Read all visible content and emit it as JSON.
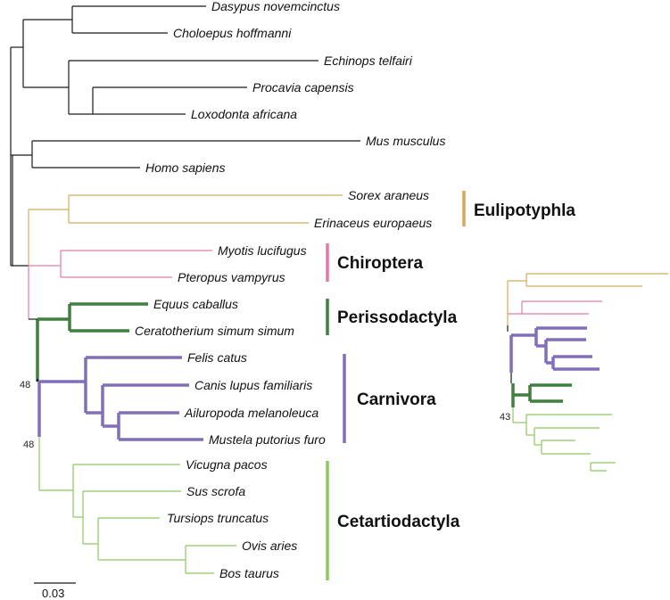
{
  "colors": {
    "base": "#1a1a1a",
    "eulipotyphla": "#d4a95e",
    "chiroptera": "#e27aa8",
    "perissodactyla": "#3f7f3f",
    "carnivora": "#8170b8",
    "cetartiodactyla": "#8cc860"
  },
  "taxa": {
    "dasypus": "Dasypus novemcinctus",
    "choloepus": "Choloepus hoffmanni",
    "echinops": "Echinops telfairi",
    "procavia": "Procavia capensis",
    "loxodonta": "Loxodonta africana",
    "mus": "Mus musculus",
    "homo": "Homo sapiens",
    "sorex": "Sorex araneus",
    "erinaceus": "Erinaceus europaeus",
    "myotis": "Myotis lucifugus",
    "pteropus": "Pteropus vampyrus",
    "equus": "Equus caballus",
    "ceratotherium": "Ceratotherium simum simum",
    "felis": "Felis catus",
    "canis": "Canis lupus familiaris",
    "ailuropoda": "Ailuropoda melanoleuca",
    "mustela": "Mustela putorius furo",
    "vicugna": "Vicugna pacos",
    "sus": "Sus scrofa",
    "tursiops": "Tursiops truncatus",
    "ovis": "Ovis aries",
    "bos": "Bos taurus"
  },
  "clades": {
    "eulipotyphla": "Eulipotyphla",
    "chiroptera": "Chiroptera",
    "perissodactyla": "Perissodactyla",
    "carnivora": "Carnivora",
    "cetartiodactyla": "Cetartiodactyla"
  },
  "support": {
    "carnivora_stem": "48",
    "carnivora_cet": "48",
    "inset_node": "43"
  },
  "scale_bar": {
    "label": "0.03"
  }
}
